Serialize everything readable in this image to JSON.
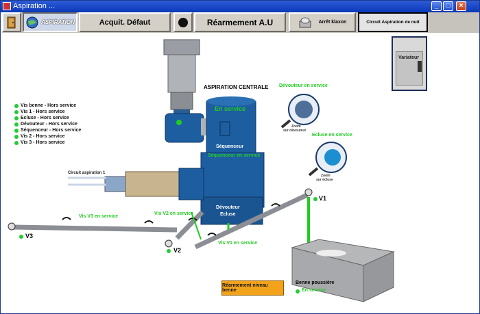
{
  "window": {
    "title": "Aspiration ..."
  },
  "toolbar": {
    "aspiration": "ASPIRATION",
    "acquit": "Acquit. Défaut",
    "rearmement_au": "Réarmement  A.U",
    "arret_klaxon": "Arrêt klaxon",
    "circuit_nuit": "Circuit Aspiration de nuit"
  },
  "legend": [
    "Vis benne - Hors service",
    "Vis 1 - Hors service",
    "Ecluse - Hors service",
    "Dévouteur - Hors service",
    "Séquenceur - Hors service",
    "Vis 2 - Hors service",
    "Vis 3 - Hors service"
  ],
  "labels": {
    "aspiration_centrale": "ASPIRATION CENTRALE",
    "en_service_top": "En service",
    "sequenceur": "Séquenceur",
    "sequenceur_en_service": "Séquenceur en service",
    "devouteur_ecluse_1": "Dévouteur",
    "devouteur_ecluse_2": "Ecluse",
    "circuit_aspiration_1": "Circuit aspiration 1",
    "devouteur_en_service": "Dévouteur en service",
    "ecluse_en_service": "Ecluse en service",
    "zoom_devouteur_1": "Zoom",
    "zoom_devouteur_2": "sur dévouteur",
    "zoom_ecluse_1": "Zoom",
    "zoom_ecluse_2": "sur écluse",
    "variateur": "Variateur",
    "v1": "V1",
    "v2": "V2",
    "v3": "V3",
    "vis_v1": "Vis V1 en service",
    "vis_v2": "Vis V2 en service",
    "vis_v3": "Vis V3 en service",
    "benne_poussiere": "Benne poussière",
    "benne_en_service": "En service",
    "rearmement_benne": "Réarmement niveau benne"
  },
  "colors": {
    "machine_blue": "#1d5ea0",
    "active_green": "#22cc22",
    "pipe_gray": "#8b8e94"
  }
}
